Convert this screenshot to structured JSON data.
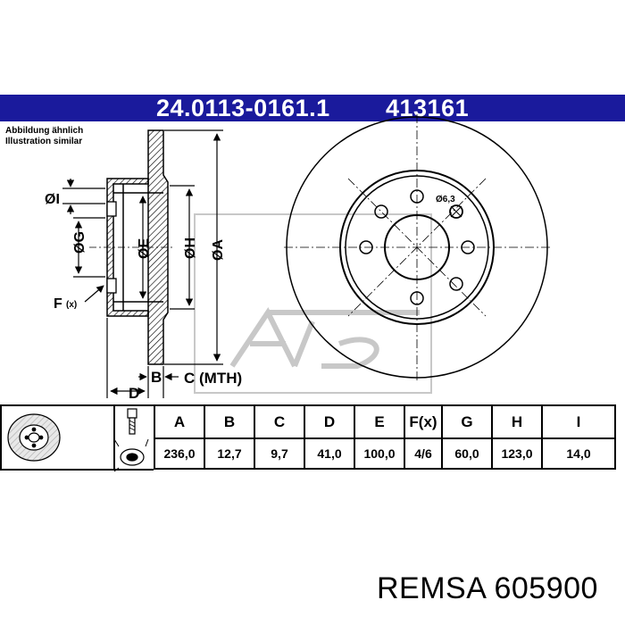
{
  "header": {
    "part_number": "24.0113-0161.1",
    "ref_number": "413161"
  },
  "notes": {
    "de": "Abbildung ähnlich",
    "en": "Illustration similar"
  },
  "dimensions": {
    "I": "ØI",
    "G": "ØG",
    "E": "ØE",
    "H": "ØH",
    "A": "ØA",
    "F": "F",
    "F_sub": "(x)",
    "B": "B",
    "C": "C (MTH)",
    "D": "D",
    "bolt_hole": "Ø6,3"
  },
  "table": {
    "headers": [
      "A",
      "B",
      "C",
      "D",
      "E",
      "F(x)",
      "G",
      "H",
      "I"
    ],
    "values": [
      "236,0",
      "12,7",
      "9,7",
      "41,0",
      "100,0",
      "4/6",
      "60,0",
      "123,0",
      "14,0"
    ]
  },
  "footer": {
    "brand": "REMSA 605900"
  },
  "colors": {
    "header_bg": "#1a1a9c",
    "header_text": "#ffffff",
    "line": "#000000",
    "watermark": "#c8c8c8"
  },
  "icons": {
    "disc_thumbnail": "brake-disc-icon",
    "bolt": "bolt-icon",
    "screw": "screw-icon"
  }
}
